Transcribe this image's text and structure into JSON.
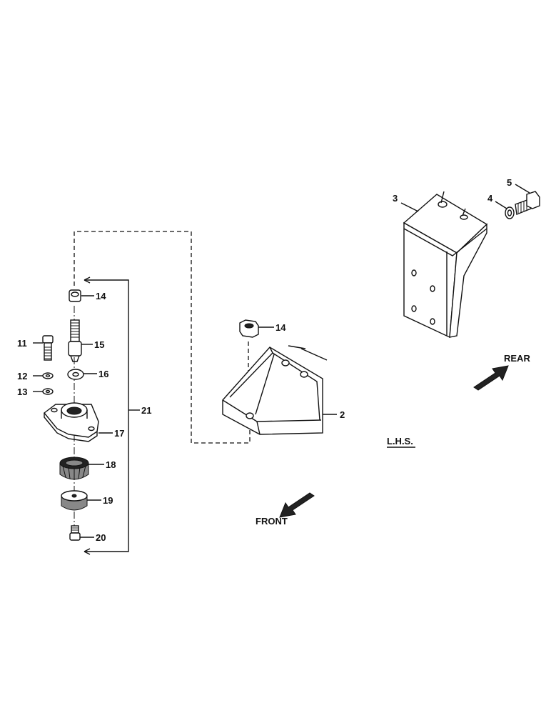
{
  "callouts": {
    "p2": "2",
    "p3": "3",
    "p4": "4",
    "p5": "5",
    "p11": "11",
    "p12": "12",
    "p13": "13",
    "p14a": "14",
    "p14b": "14",
    "p15": "15",
    "p16": "16",
    "p17": "17",
    "p18": "18",
    "p19": "19",
    "p20": "20",
    "p21": "21"
  },
  "labels": {
    "rear": "REAR",
    "front": "FRONT",
    "side": "L.H.S."
  }
}
